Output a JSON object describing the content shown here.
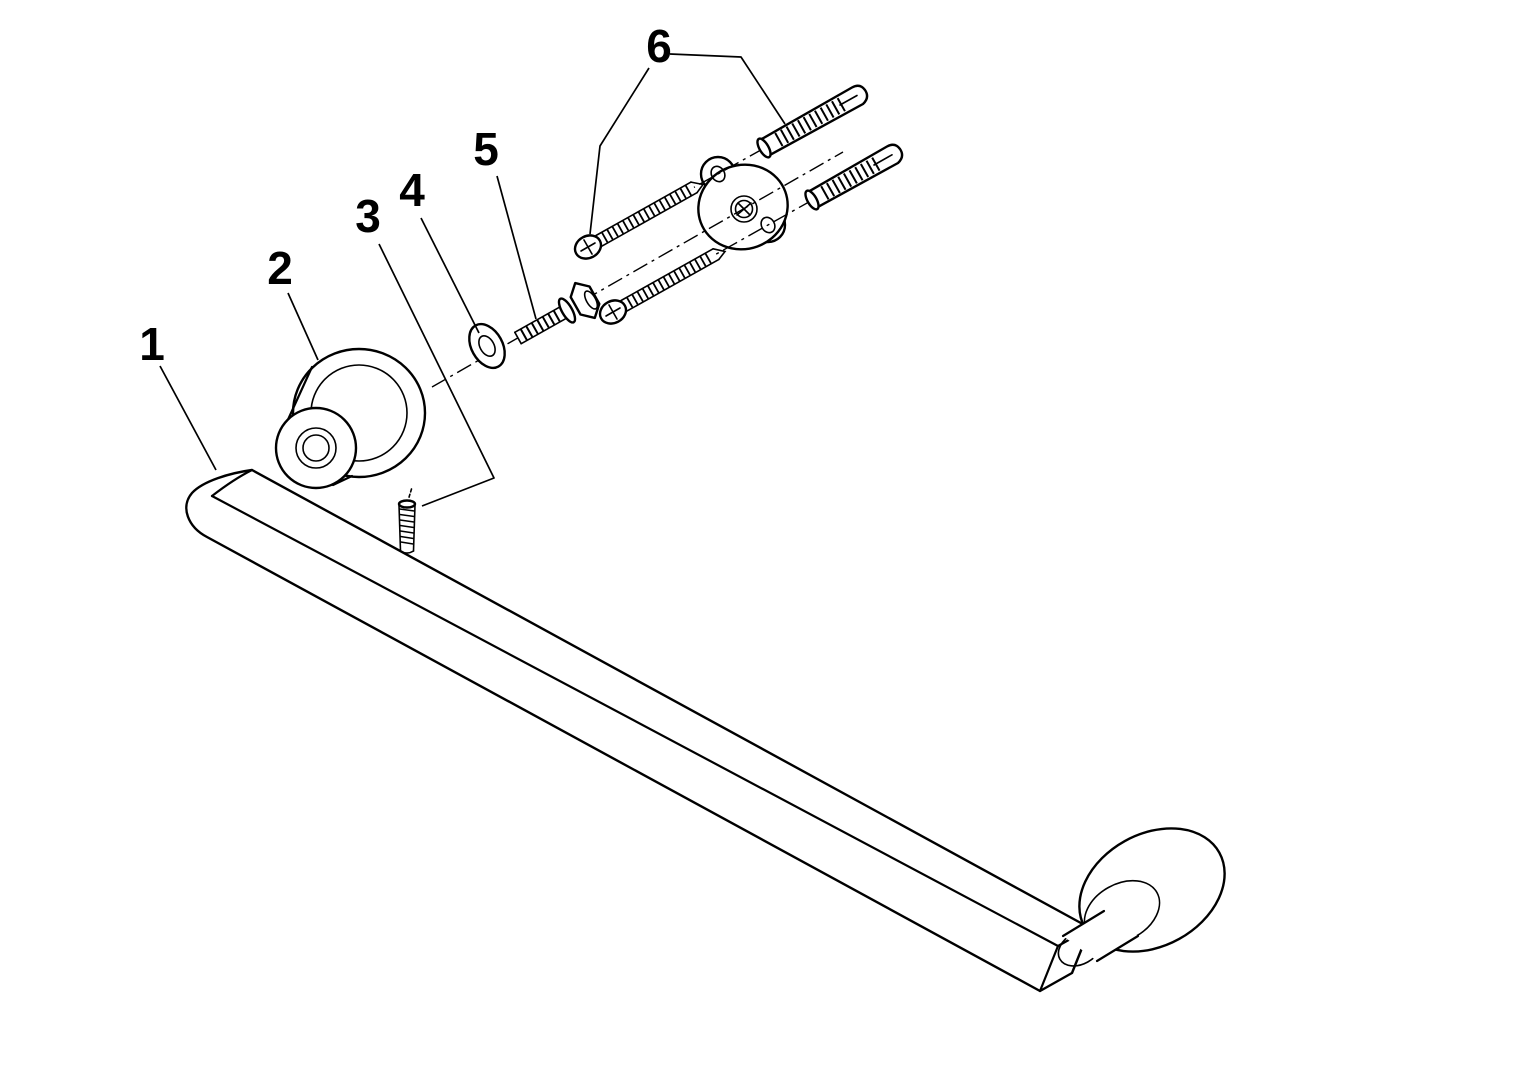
{
  "figure": {
    "kind": "exploded-parts-diagram",
    "subject": "towel-bar-mounting-hardware",
    "colors": {
      "background": "#ffffff",
      "line": "#000000"
    },
    "callouts": [
      {
        "number": "1"
      },
      {
        "number": "2"
      },
      {
        "number": "3"
      },
      {
        "number": "4"
      },
      {
        "number": "5"
      },
      {
        "number": "6"
      }
    ]
  }
}
